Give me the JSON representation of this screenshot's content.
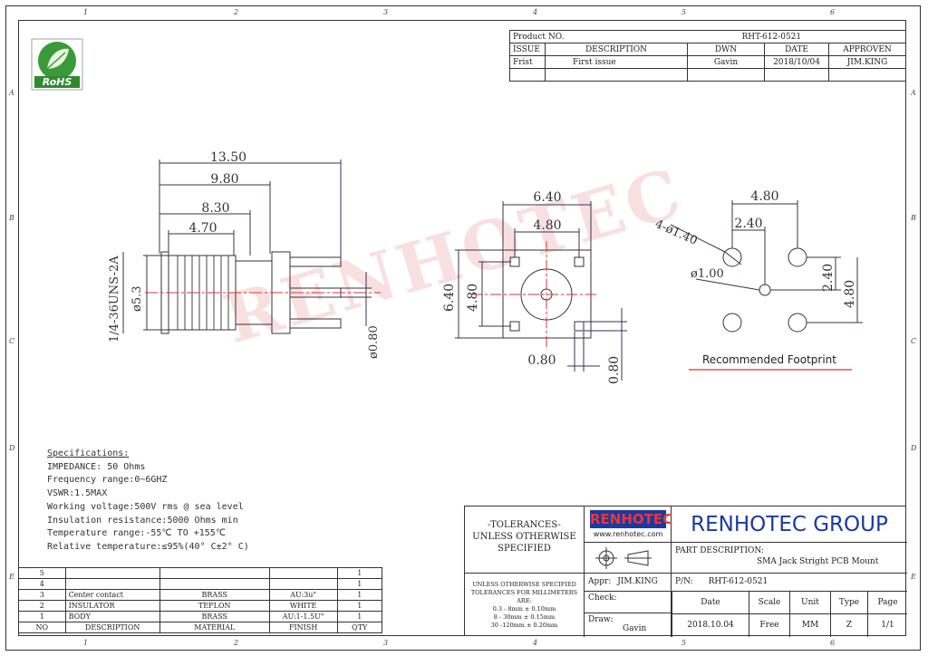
{
  "zones_top": [
    "1",
    "2",
    "3",
    "4",
    "5",
    "6"
  ],
  "zones_side": [
    "A",
    "B",
    "C",
    "D",
    "E"
  ],
  "rohs": "RoHS",
  "revision": {
    "product_no_label": "Product NO.",
    "product_no": "RHT-612-0521",
    "headers": [
      "ISSUE",
      "DESCRIPTION",
      "DWN",
      "DATE",
      "APPROVEN"
    ],
    "rows": [
      [
        "Frist",
        "First issue",
        "Gavin",
        "2018/10/04",
        "JIM.KING"
      ]
    ]
  },
  "dims": {
    "d1350": "13.50",
    "d980": "9.80",
    "d830": "8.30",
    "d470": "4.70",
    "thread": "1/4-36UNS-2A",
    "d53": "ø5.3",
    "d080pin": "ø0.80",
    "d640w": "6.40",
    "d480w": "4.80",
    "d640h": "6.40",
    "d480h": "4.80",
    "d080a": "0.80",
    "d080b": "0.80",
    "fp480w": "4.80",
    "fp240w": "2.40",
    "fp140": "4-ø1.40",
    "fp100": "ø1.00",
    "fp240h": "2.40",
    "fp480h": "4.80"
  },
  "footprint_label": "Recommended Footprint",
  "watermark": "RENHOTEC",
  "specs": {
    "title": "Specifications:",
    "lines": [
      "IMPEDANCE: 50 Ohms",
      "Frequency range:0~6GHZ",
      "VSWR:1.5MAX",
      "Working voltage:500V rms @ sea level",
      "Insulation resistance:5000 Ohms min",
      "Temperature range:-55℃ TO +155℃",
      "Relative temperature:≤95%(40° C±2° C)"
    ]
  },
  "bom": {
    "rows": [
      [
        "5",
        "",
        "",
        "",
        "1"
      ],
      [
        "4",
        "",
        "",
        "",
        "1"
      ],
      [
        "3",
        "Center contact",
        "BRASS",
        "AU:3u\"",
        "1"
      ],
      [
        "2",
        "INSULATOR",
        "TEFLON",
        "WHITE",
        "1"
      ],
      [
        "1",
        "BODY",
        "BRASS",
        "AU:1-1.5U\"",
        "1"
      ]
    ],
    "headers": [
      "NO",
      "DESCRIPTION",
      "MATERIAL",
      "FINISH",
      "QTY"
    ]
  },
  "titleblock": {
    "tol_lines": [
      "-TOLERANCES-",
      "UNLESS OTHERWISE",
      "SPECIFIED"
    ],
    "tol_small": [
      "UNLESS OTHERWISE SPECIFIED",
      "TOLERANCES FOR MILLIMETERS ARE:",
      "0.3 - 8mm ± 0.10mm",
      "8 - 30mm ± 0.15mm",
      "30 -120mm ± 0.20mm"
    ],
    "logo": "RENHOTEC",
    "website": "www.renhotec.com",
    "group": "RENHOTEC GROUP",
    "part_desc_label": "PART DESCRIPTION:",
    "part_desc": "SMA Jack Stright PCB Mount",
    "appr_label": "Appr:",
    "appr": "JIM.KING",
    "pn_label": "P/N:",
    "pn": "RHT-612-0521",
    "check_label": "Check:",
    "draw_label": "Draw:",
    "draw": "Gavin",
    "headers": [
      "Date",
      "Scale",
      "Unit",
      "Type",
      "Page"
    ],
    "values": [
      "2018.10.04",
      "Free",
      "MM",
      "Z",
      "1/1"
    ]
  }
}
